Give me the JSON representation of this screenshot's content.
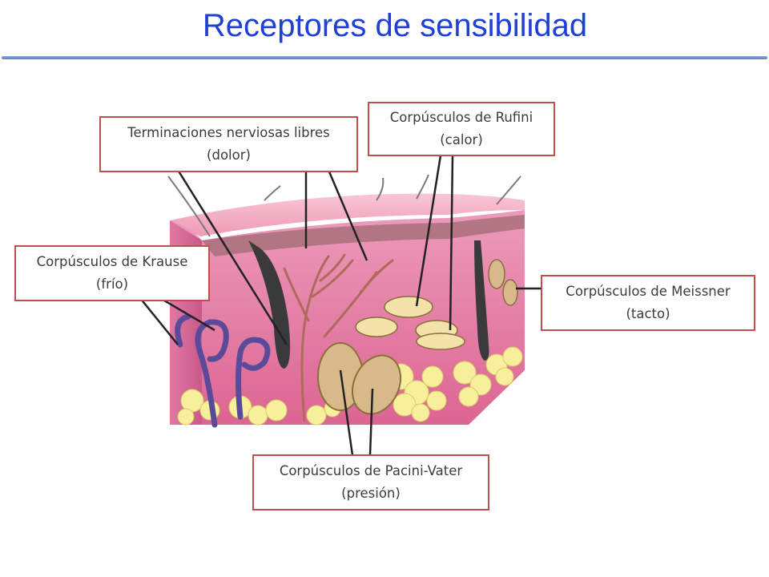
{
  "title": "Receptores de sensibilidad",
  "labels": {
    "libres": {
      "line1": "Terminaciones nerviosas libres",
      "line2": "(dolor)"
    },
    "rufini": {
      "line1": "Corpúsculos de Rufini",
      "line2": "(calor)"
    },
    "krause": {
      "line1": "Corpúsculos de Krause",
      "line2": "(frío)"
    },
    "meissner": {
      "line1": "Corpúsculos de Meissner",
      "line2": "(tacto)"
    },
    "pacini": {
      "line1": "Corpúsculos de Pacini-Vater",
      "line2": "(presión)"
    }
  },
  "colors": {
    "title": "#1f3fd6",
    "box_border": "#c0504d",
    "skin_top": "#f4b6c8",
    "skin_front": "#e77fa6",
    "dermis": "#a8707a",
    "fat": "#f7ef9c",
    "krause": "#5b4a9a",
    "nerve": "#b06a5a",
    "hair": "#3a3a3a"
  }
}
